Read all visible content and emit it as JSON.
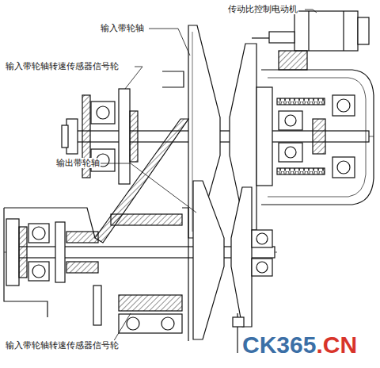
{
  "diagram": {
    "labels": [
      "输入带轮轴",
      "传动比控制电动机",
      "输入带轮轴转速传感器信号轮",
      "输出带轮轴",
      "输入带轮轴转速传感器信号轮",
      "CK365",
      ".CN"
    ]
  }
}
